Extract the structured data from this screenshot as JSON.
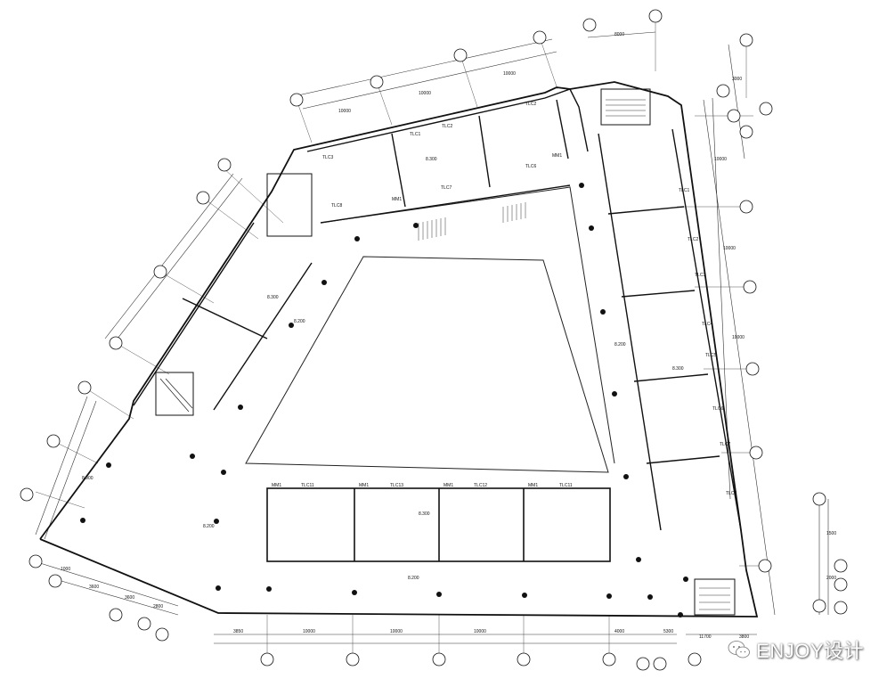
{
  "watermark": {
    "text": "ENJOY设计",
    "icon": "wechat-icon"
  },
  "labels": {
    "elevations": [
      "8.200",
      "8.200",
      "8.200",
      "8.200",
      "8.300",
      "8.300",
      "8.300",
      "8.300",
      "8.900"
    ],
    "windows_top": [
      "TLC3",
      "TLC1",
      "TLC2",
      "TLC2",
      "TLC8",
      "TLC7",
      "TLC6",
      "MM1",
      "MM1"
    ],
    "windows_bottom": [
      "TLC11",
      "TLC13",
      "TLC12",
      "TLC11",
      "MM1",
      "MM1",
      "MM1",
      "MM1"
    ],
    "windows_right": [
      "TLC1",
      "TLC2",
      "TLC3",
      "TLC4",
      "TLC5",
      "TLC6",
      "TLC7",
      "TLC8"
    ],
    "dims_top": [
      "10000",
      "10000",
      "10000",
      "8000"
    ],
    "dims_bottom": [
      "3850",
      "10000",
      "10000",
      "10000",
      "4000",
      "5300",
      "11700",
      "3800"
    ],
    "dims_left": [
      "1000",
      "3600",
      "3600",
      "2800"
    ],
    "dims_right": [
      "3000",
      "10000",
      "10000",
      "10000",
      "1500",
      "2000"
    ]
  }
}
